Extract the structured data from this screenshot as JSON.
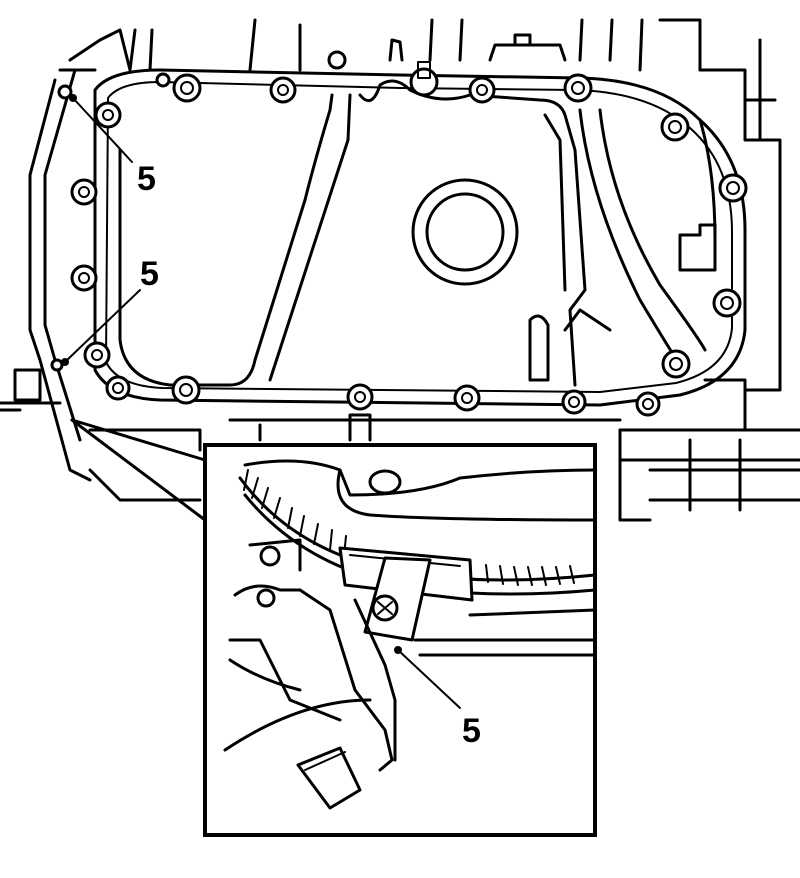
{
  "callouts": [
    {
      "id": "callout-upper",
      "text": "5"
    },
    {
      "id": "callout-middle",
      "text": "5"
    },
    {
      "id": "callout-inset",
      "text": "5"
    }
  ]
}
